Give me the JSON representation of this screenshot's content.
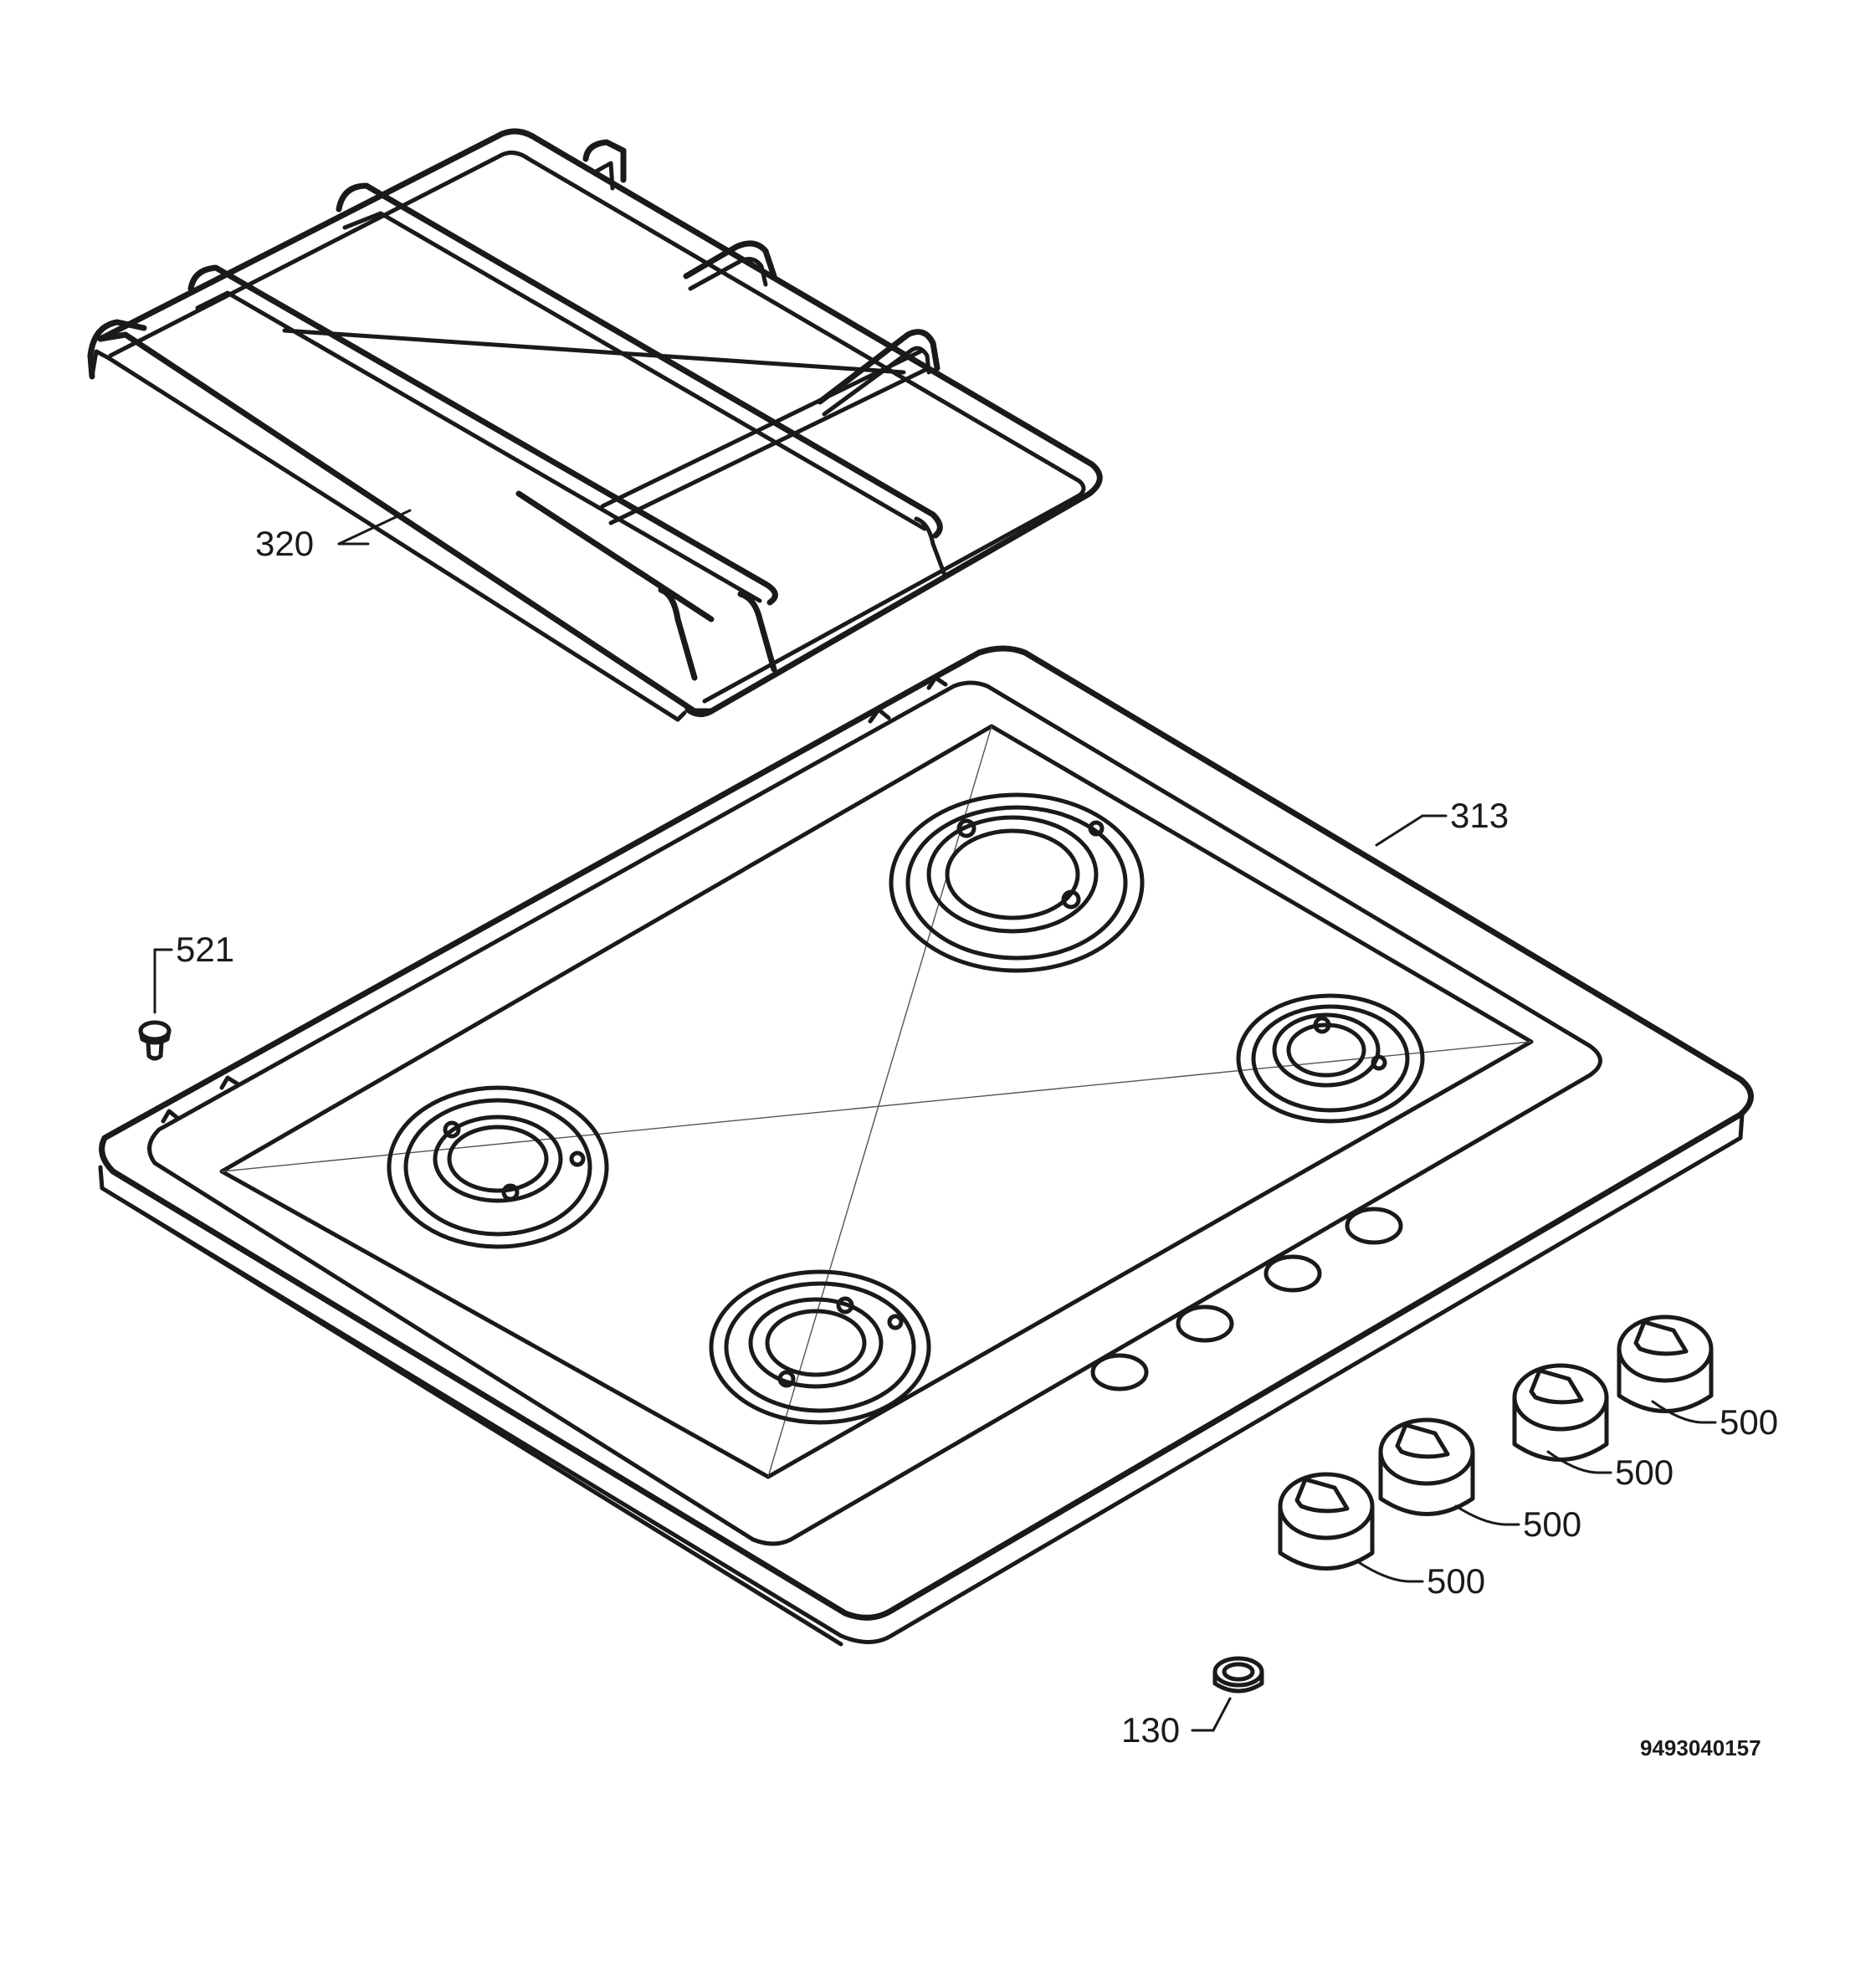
{
  "diagram": {
    "parts": {
      "pan_support": {
        "number": "320"
      },
      "hob_top": {
        "number": "313"
      },
      "screw": {
        "number": "521"
      },
      "ring": {
        "number": "130"
      },
      "knobs": [
        {
          "number": "500"
        },
        {
          "number": "500"
        },
        {
          "number": "500"
        },
        {
          "number": "500"
        }
      ]
    },
    "drawing_number": "9493040157"
  },
  "colors": {
    "line": "#1a1a1a",
    "background": "#ffffff"
  }
}
